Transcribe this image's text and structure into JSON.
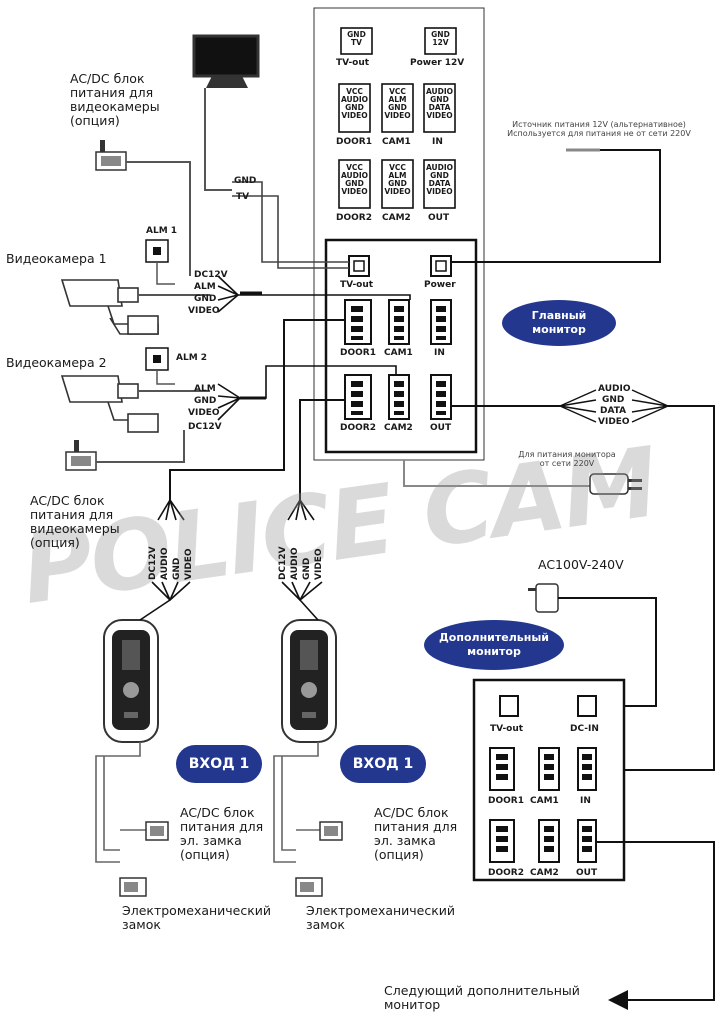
{
  "watermark": "POLICE CAM",
  "main_monitor": {
    "title": "Главный\nмонитор",
    "ports_top": [
      "TV-out",
      "Power 12V",
      "DOOR1",
      "CAM1",
      "IN",
      "DOOR2",
      "CAM2",
      "OUT"
    ],
    "port_boxes": [
      "GND\nTV",
      "GND\n12V",
      "VCC\nAUDIO\nGND\nVIDEO",
      "VCC\nALM\nGND\nVIDEO",
      "AUDIO\nGND\nDATA\nVIDEO",
      "VCC\nAUDIO\nGND\nVIDEO",
      "VCC\nALM\nGND\nVIDEO",
      "AUDIO\nGND\nDATA\nVIDEO"
    ],
    "ports_bottom": [
      "TV-out",
      "Power",
      "DOOR1",
      "CAM1",
      "IN",
      "DOOR2",
      "CAM2",
      "OUT"
    ]
  },
  "aux_monitor": {
    "title": "Дополнительный\nмонитор",
    "ports": [
      "TV-out",
      "DC-IN",
      "DOOR1",
      "CAM1",
      "IN",
      "DOOR2",
      "CAM2",
      "OUT"
    ]
  },
  "labels": {
    "psu_camera_1": "AC/DC блок\nпитания для\nвидеокамеры\n(опция)",
    "psu_camera_2": "AC/DC блок\nпитания для\nвидеокамеры\n(опция)",
    "camera_1": "Видеокамера 1",
    "camera_2": "Видеокамера 2",
    "alm1": "ALM 1",
    "alm2": "ALM 2",
    "gnd": "GND",
    "tv": "TV",
    "cam1_wires": [
      "DC12V",
      "ALM",
      "GND",
      "VIDEO"
    ],
    "cam2_wires": [
      "ALM",
      "GND",
      "VIDEO",
      "DC12V"
    ],
    "psu_12v": "Источник питания 12V (альтернативное)\nИспользуется для питания не от сети 220V",
    "mains_note": "Для питания монитора\nот сети 220V",
    "out_wires": [
      "AUDIO",
      "GND",
      "DATA",
      "VIDEO"
    ],
    "door_wires": [
      "DC12V",
      "AUDIO",
      "GND",
      "VIDEO"
    ],
    "ac_voltage": "AC100V-240V",
    "entry_1a": "ВХОД 1",
    "entry_1b": "ВХОД 1",
    "psu_lock_1": "AC/DC блок\nпитания для\nэл. замка\n(опция)",
    "psu_lock_2": "AC/DC блок\nпитания для\nэл. замка\n(опция)",
    "lock_1": "Электромеханический\nзамок",
    "lock_2": "Электромеханический\nзамок",
    "next_monitor": "Следующий дополнительный\nмонитор"
  }
}
